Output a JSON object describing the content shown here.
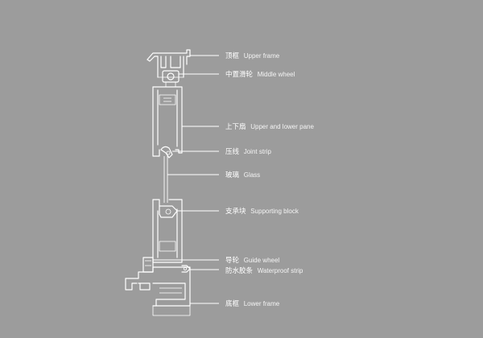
{
  "labels": {
    "upper_frame": {
      "zh": "顶框",
      "en": "Upper frame"
    },
    "middle_wheel": {
      "zh": "中置滑轮",
      "en": "Middle wheel"
    },
    "upper_lower_pane": {
      "zh": "上下扇",
      "en": "Upper and lower pane"
    },
    "joint_strip": {
      "zh": "压线",
      "en": "Joint strip"
    },
    "glass": {
      "zh": "玻璃",
      "en": "Glass"
    },
    "supporting_block": {
      "zh": "支承块",
      "en": "Supporting block"
    },
    "guide_wheel": {
      "zh": "导轮",
      "en": "Guide wheel"
    },
    "waterproof_strip": {
      "zh": "防水胶条",
      "en": "Waterproof strip"
    },
    "lower_frame": {
      "zh": "底框",
      "en": "Lower frame"
    }
  },
  "colors": {
    "background": "#9c9c9c",
    "line": "#ffffff"
  }
}
